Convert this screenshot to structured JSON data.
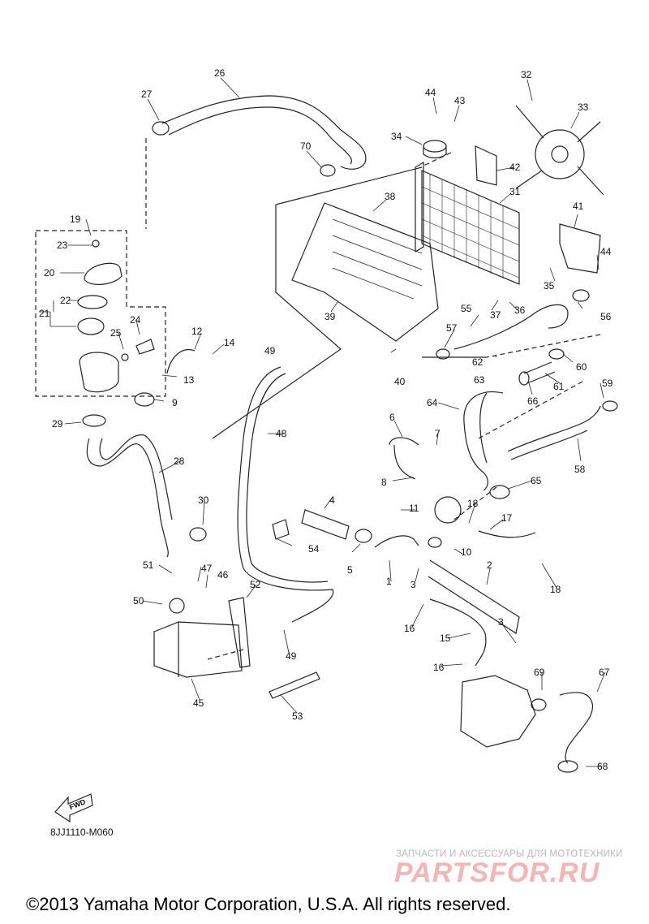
{
  "diagram": {
    "code": "8JJ1110-M060",
    "fwd_label": "FWD",
    "part_numbers": [
      "1",
      "2",
      "3",
      "3",
      "4",
      "5",
      "6",
      "7",
      "8",
      "9",
      "10",
      "11",
      "12",
      "13",
      "14",
      "15",
      "16",
      "16",
      "17",
      "18",
      "18",
      "19",
      "20",
      "21",
      "22",
      "23",
      "24",
      "25",
      "26",
      "27",
      "28",
      "29",
      "30",
      "31",
      "32",
      "33",
      "34",
      "35",
      "36",
      "37",
      "38",
      "39",
      "40",
      "41",
      "42",
      "43",
      "44",
      "44",
      "45",
      "46",
      "47",
      "48",
      "49",
      "49",
      "50",
      "51",
      "52",
      "53",
      "54",
      "55",
      "56",
      "57",
      "58",
      "59",
      "60",
      "61",
      "62",
      "63",
      "64",
      "65",
      "66",
      "67",
      "68",
      "69",
      "70"
    ]
  },
  "watermark": {
    "tagline": "ЗАПЧАСТИ И АКСЕССУАРЫ ДЛЯ МОТОТЕХНИКИ",
    "logo": "PARTSFOR.RU"
  },
  "footer": {
    "copyright": "©2013 Yamaha Motor Corporation, U.S.A. All rights reserved."
  },
  "colors": {
    "line": "#222222",
    "watermark_logo": "#f4b5b5",
    "watermark_text": "#b8b8b8"
  }
}
